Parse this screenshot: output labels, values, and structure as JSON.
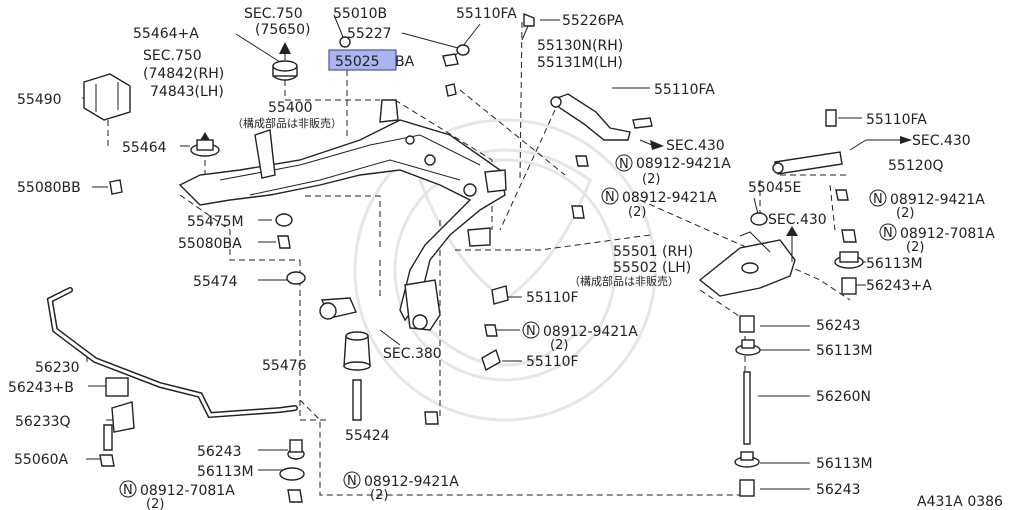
{
  "diagram_id": "A431A 0386",
  "highlight_color": "#aab4ee",
  "labels": {
    "sec750_top": "SEC.750",
    "sec750_top_sub": "(75650)",
    "p55464A": "55464+A",
    "p55010B": "55010B",
    "p55227": "55227",
    "p55110FA_top": "55110FA",
    "p55226PA": "55226PA",
    "sec750_left": "SEC.750",
    "sec750_rh": "(74842(RH)",
    "sec750_lh": "74843(LH)",
    "p55025BA_hl": "55025",
    "p55025BA_rest": "BA",
    "p55130N": "55130N(RH)",
    "p55131M": "55131M(LH)",
    "p55490": "55490",
    "p55400": "55400",
    "jp_note1": "（構成部品は非販売）",
    "p55110FA_mid": "55110FA",
    "p55464": "55464",
    "sec430_a": "SEC.430",
    "p55110FA_right": "55110FA",
    "sec430_b": "SEC.430",
    "n08912_9421A_1": "08912-9421A",
    "n08912_9421A_1_qty": "(2)",
    "p55120Q": "55120Q",
    "p55080BB": "55080BB",
    "n08912_9421A_2": "08912-9421A",
    "n08912_9421A_2_qty": "(2)",
    "p55045E": "55045E",
    "n08912_9421A_3": "08912-9421A",
    "n08912_9421A_3_qty": "(2)",
    "p55475M": "55475M",
    "sec430_c": "SEC.430",
    "p55080BA": "55080BA",
    "n08912_7081A_1": "08912-7081A",
    "n08912_7081A_1_qty": "(2)",
    "p55501": "55501 (RH)",
    "p55502": "55502 (LH)",
    "jp_note2": "（構成部品は非販売）",
    "p56113M_1": "56113M",
    "p55474": "55474",
    "p56243A": "56243+A",
    "p55110F_1": "55110F",
    "n08912_9421A_4": "08912-9421A",
    "n08912_9421A_4_qty": "(2)",
    "p56243_1": "56243",
    "p56230": "56230",
    "sec380": "SEC.380",
    "p56113M_2": "56113M",
    "p55476": "55476",
    "p55110F_2": "55110F",
    "p56243B": "56243+B",
    "p56260N": "56260N",
    "p56233Q": "56233Q",
    "p55424": "55424",
    "p55060A": "55060A",
    "p56243_2": "56243",
    "p56113M_3": "56113M",
    "p56113M_4": "56113M",
    "n08912_9421A_5": "08912-9421A",
    "n08912_9421A_5_qty": "(2)",
    "n08912_7081A_2": "08912-7081A",
    "n08912_7081A_2_qty": "(2)",
    "p56243_3": "56243",
    "n_symbol": "N"
  }
}
